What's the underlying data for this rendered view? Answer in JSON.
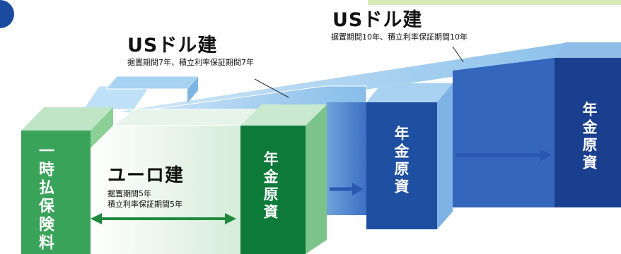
{
  "diagram": {
    "usd_10": {
      "title": "USドル建",
      "subtitle": "据置期間10年、積立利率保証期間10年"
    },
    "usd_7": {
      "title": "USドル建",
      "subtitle": "据置期間7年、積立利率保証期間7年"
    },
    "euro": {
      "title": "ユーロ建",
      "subtitle_line1": "据置期間5年",
      "subtitle_line2": "積立利率保証期間5年"
    },
    "premium_label": "一時払保険料",
    "principal_label": "年金原資",
    "colors": {
      "green_dark": "#0e7a3a",
      "green_mid": "#3aa35a",
      "blue_dark": "#1e4fa0",
      "navy": "#1b3f8f",
      "light_blue": "#9fcdf0",
      "arrow_blue": "#2a57b0"
    }
  }
}
